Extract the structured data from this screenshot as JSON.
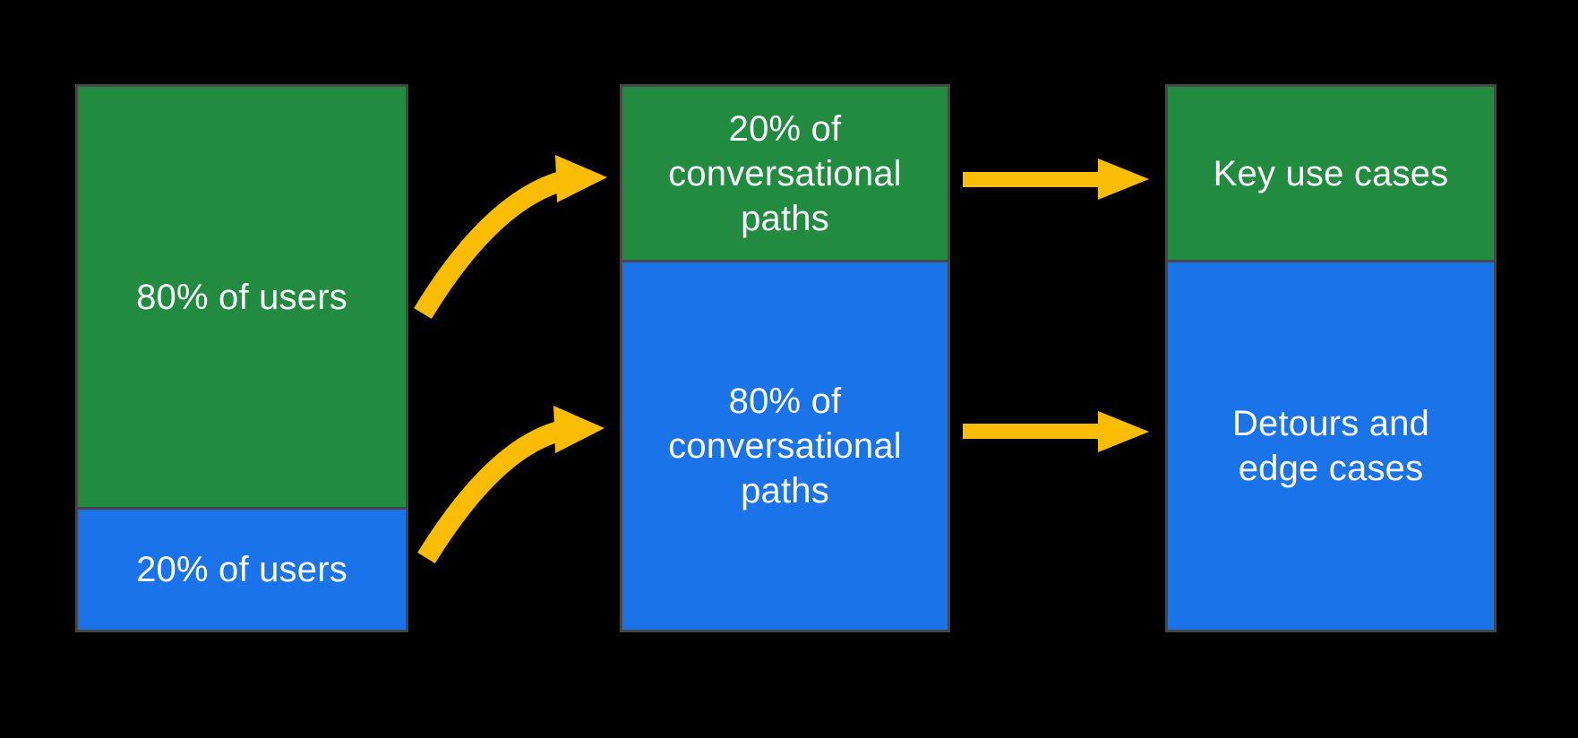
{
  "colors": {
    "background": "#000000",
    "green": "#218c40",
    "blue": "#1a73e8",
    "arrow": "#fbbc04",
    "border": "#4a4646",
    "text": "#ffffff"
  },
  "columns": [
    {
      "name": "users",
      "segments": [
        {
          "label": "80% of users",
          "color": "green"
        },
        {
          "label": "20% of users",
          "color": "blue"
        }
      ]
    },
    {
      "name": "conversational-paths",
      "segments": [
        {
          "label": "20% of conversational paths",
          "color": "green"
        },
        {
          "label": "80% of conversational paths",
          "color": "blue"
        }
      ]
    },
    {
      "name": "outcomes",
      "segments": [
        {
          "label": "Key use cases",
          "color": "green"
        },
        {
          "label": "Detours and edge cases",
          "color": "blue"
        }
      ]
    }
  ],
  "arrows": [
    {
      "from": "80% of users",
      "to": "20% of conversational paths",
      "style": "curved"
    },
    {
      "from": "20% of users",
      "to": "80% of conversational paths",
      "style": "curved"
    },
    {
      "from": "20% of conversational paths",
      "to": "Key use cases",
      "style": "straight"
    },
    {
      "from": "80% of conversational paths",
      "to": "Detours and edge cases",
      "style": "straight"
    }
  ]
}
